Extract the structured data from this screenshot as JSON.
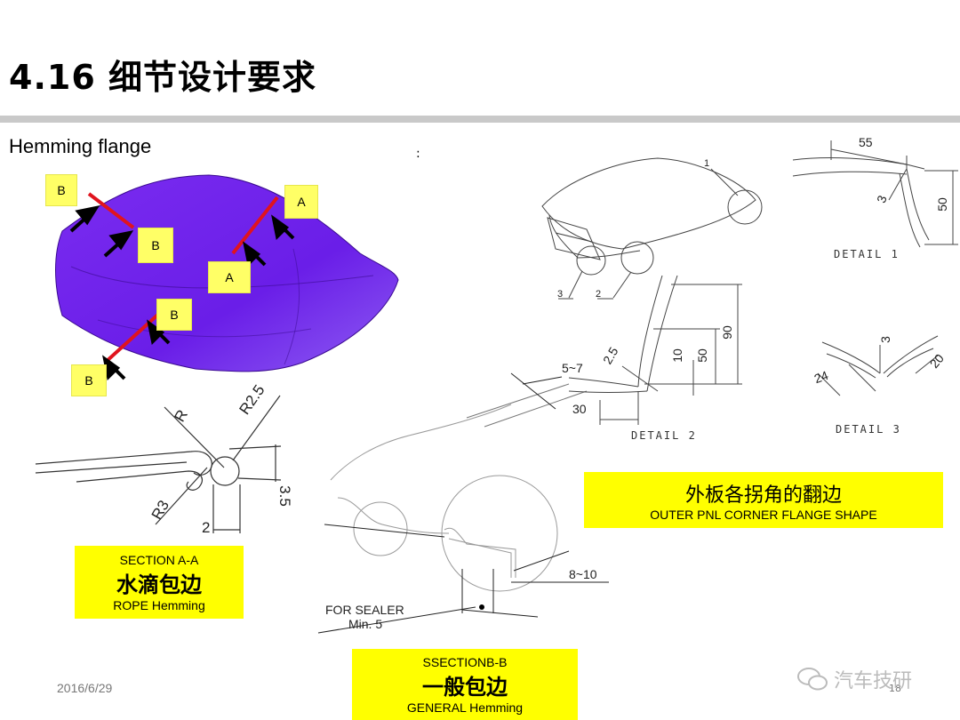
{
  "slide": {
    "title": "4.16 细节设计要求",
    "subtitle": "Hemming flange",
    "stray_colon": ":",
    "date": "2016/6/29",
    "page_number": "18",
    "watermark": "汽车技研",
    "colors": {
      "hood": "#6a1ee8",
      "section_line": "#e0141e",
      "label_bg": "#ffff66",
      "box_bg": "#ffff00"
    }
  },
  "hood_labels": {
    "b_top_left": "B",
    "b_top_right": "B",
    "a_top": "A",
    "a_bottom": "A",
    "b_mid": "B",
    "b_bottom": "B"
  },
  "section_a": {
    "dims": {
      "r": "R",
      "r25": "R2.5",
      "r3": "R3",
      "two": "2",
      "three_five": "3.5"
    },
    "box": {
      "line1": "SECTION A-A",
      "line2": "水滴包边",
      "line3": "ROPE Hemming"
    }
  },
  "section_b": {
    "dims": {
      "five_seven": "5~7",
      "eight_ten": "8~10",
      "sealer1": "FOR SEALER",
      "sealer2": "Min. 5"
    },
    "box": {
      "line1": "SSECTIONB-B",
      "line2": "一般包边",
      "line3": "GENERAL Hemming"
    }
  },
  "corner": {
    "box": {
      "line1": "外板各拐角的翻边",
      "line2": "OUTER PNL  CORNER FLANGE SHAPE"
    },
    "callouts": {
      "c1": "1",
      "c2": "2",
      "c3": "3"
    },
    "detail1": {
      "label": "DETAIL 1",
      "d55": "55",
      "d50": "50",
      "d3": "3"
    },
    "detail2": {
      "label": "DETAIL 2",
      "d25": "2.5",
      "d10": "10",
      "d50": "50",
      "d90": "90",
      "d30": "30"
    },
    "detail3": {
      "label": "DETAIL 3",
      "d3": "3",
      "d24": "24",
      "d20": "20"
    }
  }
}
